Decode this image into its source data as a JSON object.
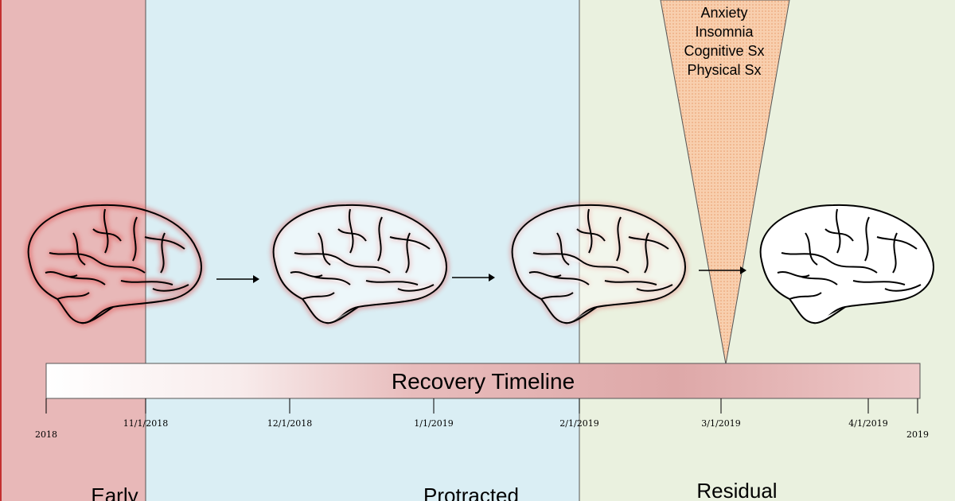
{
  "phases": [
    {
      "id": "early",
      "label": "Early",
      "color": "#e8b8b8"
    },
    {
      "id": "protracted",
      "label": "Protracted",
      "color": "#daeef4"
    },
    {
      "id": "residual",
      "label": "Residual",
      "color": "#eaf1df"
    }
  ],
  "symptoms": [
    "Anxiety",
    "Insomnia",
    "Cognitive Sx",
    "Physical Sx"
  ],
  "timeline": {
    "title": "Recovery Timeline",
    "ticks": [
      "2018",
      "11/1/2018",
      "12/1/2018",
      "1/1/2019",
      "2/1/2019",
      "3/1/2019",
      "4/1/2019",
      "2019"
    ]
  },
  "icons": [
    "brain-icon",
    "arrow-right-icon"
  ],
  "colors": {
    "wedge_fill": "#f7c9a6",
    "wedge_stroke": "#555555",
    "brain_glow": "#e04040",
    "border_red": "#c43030"
  }
}
